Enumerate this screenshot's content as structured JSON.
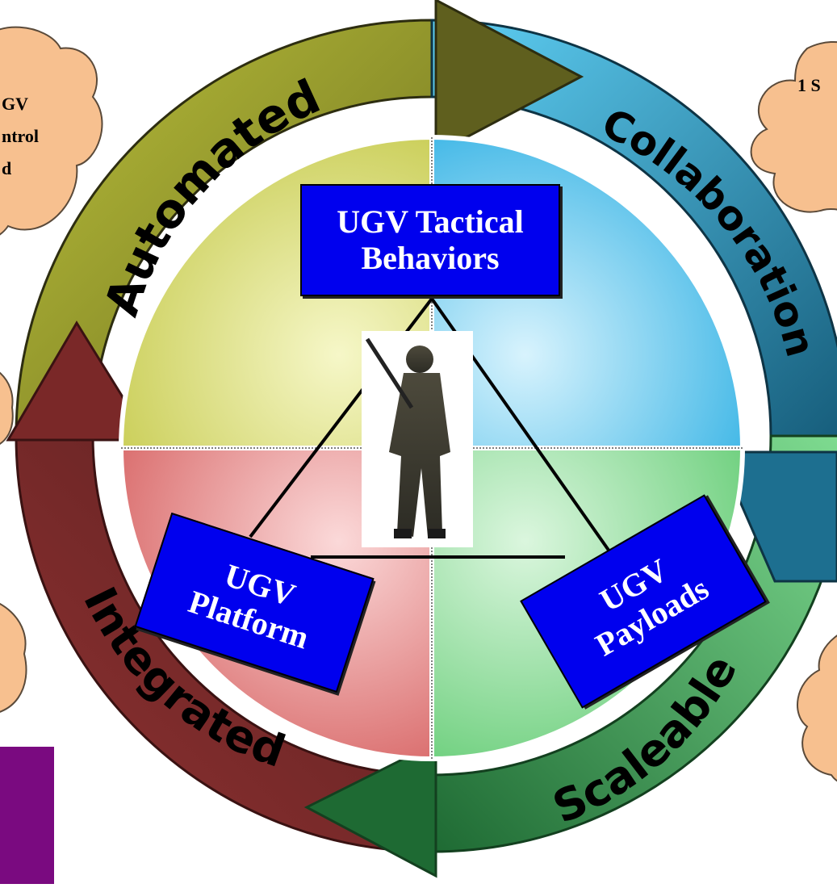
{
  "colors": {
    "quad_tl": "#e6e98a",
    "quad_tr": "#7fd4f2",
    "quad_bl": "#f0a3a3",
    "quad_br": "#a9e7b0",
    "box": "#0000ee",
    "cloud": "#f7c08f",
    "purple": "#7a0a80"
  },
  "arrows": {
    "top_left": "Automated",
    "top_right": "Collaboration",
    "bottom_left": "Integrated",
    "bottom_right": "Scaleable"
  },
  "boxes": {
    "tactical_line1": "UGV Tactical",
    "tactical_line2": "Behaviors",
    "platform_line1": "UGV",
    "platform_line2": "Platform",
    "payloads_line1": "UGV",
    "payloads_line2": "Payloads"
  },
  "clouds": {
    "top_left_line1": "GV",
    "top_left_line2": "ntrol",
    "top_left_line3": "d",
    "top_right_line1": "1 S"
  },
  "center_image": "soldier-figure"
}
